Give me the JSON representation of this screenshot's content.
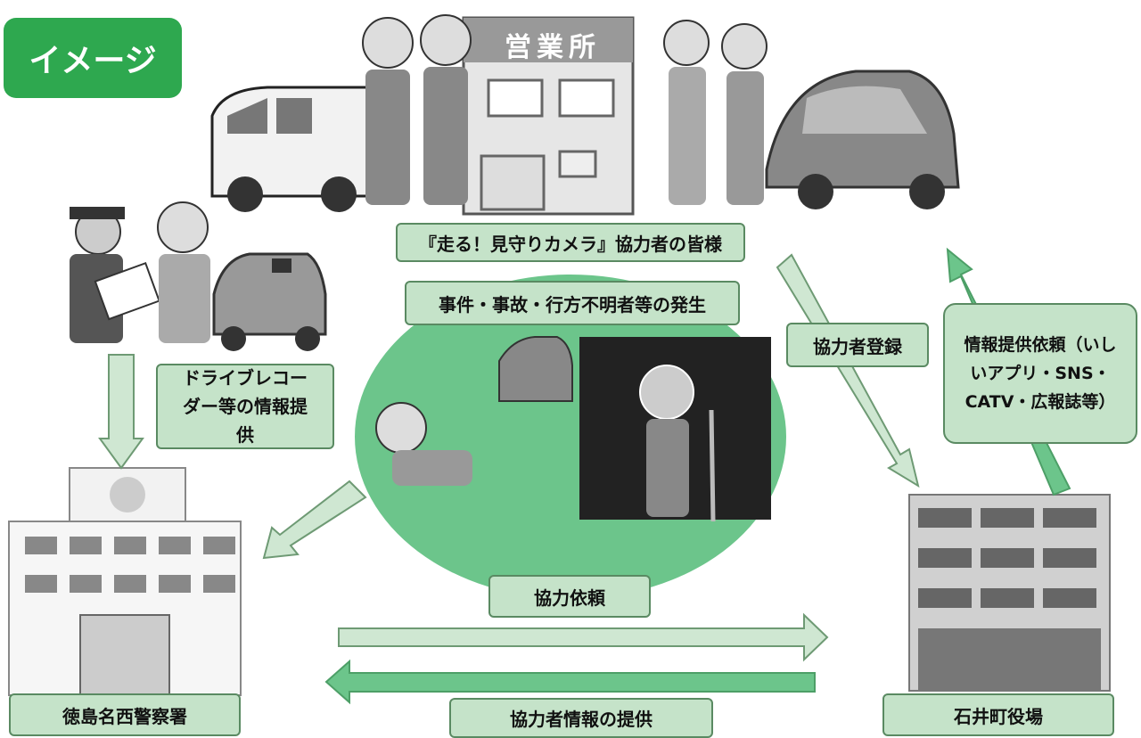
{
  "badge": "イメージ",
  "building_sign": "営業所",
  "labels": {
    "cooperators": "『走る！見守りカメラ』協力者の皆様",
    "incident": "事件・事故・行方不明者等の発生",
    "drive_recorder": "ドライブレコーダー等の情報提供",
    "registration": "協力者登録",
    "info_request": "情報提供依頼（いしいアプリ・SNS・CATV・広報誌等）",
    "cooperation_request": "協力依頼",
    "provide_info": "協力者情報の提供",
    "police": "徳島名西警察署",
    "town_office": "石井町役場"
  },
  "colors": {
    "accent": "#2ea84f",
    "box_fill": "#c5e3c9",
    "box_border": "#5a8a62",
    "arrow": "#cfe7d2",
    "ellipse": "#6cc58b"
  }
}
